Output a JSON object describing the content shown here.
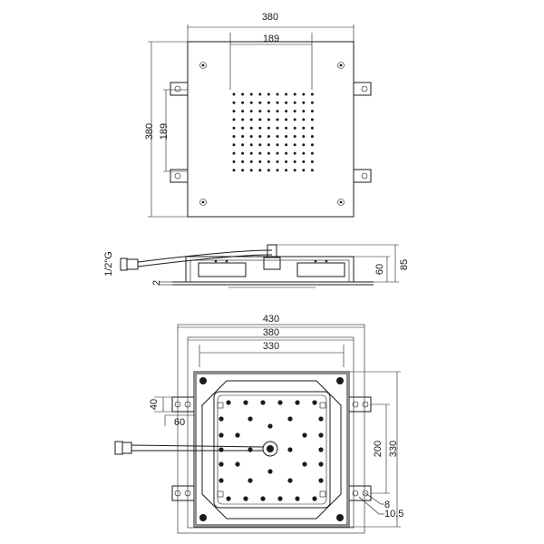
{
  "top_view": {
    "width_label": "380",
    "spray_width_label": "189",
    "height_label": "380",
    "spray_height_label": "189"
  },
  "side_view": {
    "inlet_label": "1/2\"G",
    "thickness_label": "2",
    "body_height_label": "60",
    "total_height_label": "85"
  },
  "bottom_view": {
    "width_430_label": "430",
    "width_380_label": "380",
    "width_330_label": "330",
    "bracket_40_label": "40",
    "bracket_60_label": "60",
    "height_200_label": "200",
    "height_330_label": "330",
    "slot_8_label": "8",
    "slot_105_label": "10,5"
  },
  "colors": {
    "line": "#1a1a1a",
    "background": "#ffffff"
  }
}
